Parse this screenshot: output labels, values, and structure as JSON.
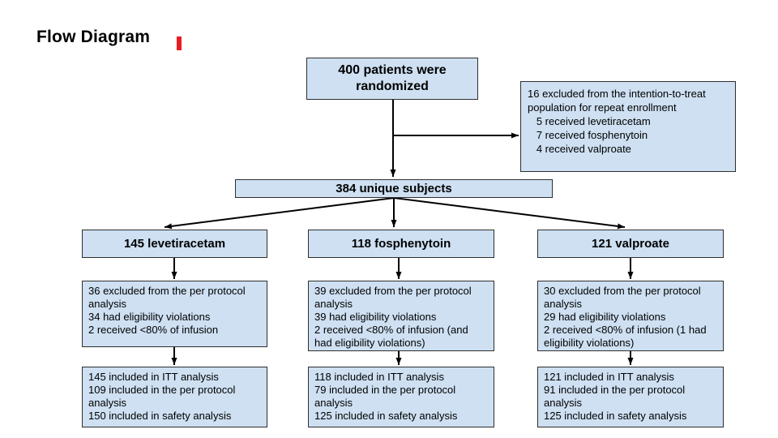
{
  "page": {
    "title": "Flow Diagram"
  },
  "colors": {
    "box_fill": "#cee0f2",
    "box_border": "#2e2e2e",
    "arrow": "#000000",
    "accent_red": "#e81c24"
  },
  "diagram": {
    "randomized": {
      "text": "400 patients were randomized"
    },
    "itt_exclusion": {
      "lines": [
        "16 excluded from the intention-to-treat population for repeat enrollment",
        "   5 received levetiracetam",
        "   7 received fosphenytoin",
        "   4 received valproate"
      ]
    },
    "unique": {
      "text": "384 unique subjects"
    },
    "arms": [
      {
        "header": "145 levetiracetam",
        "exclusions": [
          "36 excluded from the per protocol analysis",
          "34 had eligibility violations",
          "2 received <80% of infusion"
        ],
        "analysis": [
          "145 included in ITT analysis",
          "109 included in the per protocol analysis",
          "150 included in safety analysis"
        ]
      },
      {
        "header": "118 fosphenytoin",
        "exclusions": [
          "39 excluded from the per protocol analysis",
          "39 had eligibility violations",
          "2 received <80% of infusion (and had eligibility violations)"
        ],
        "analysis": [
          "118 included in ITT analysis",
          "79 included in the per protocol analysis",
          "125 included in safety analysis"
        ]
      },
      {
        "header": "121 valproate",
        "exclusions": [
          "30 excluded from the per protocol analysis",
          "29 had eligibility violations",
          "2 received <80% of infusion (1 had eligibility violations)"
        ],
        "analysis": [
          "121 included in ITT analysis",
          "91 included in the per protocol analysis",
          "125 included in safety analysis"
        ]
      }
    ]
  }
}
